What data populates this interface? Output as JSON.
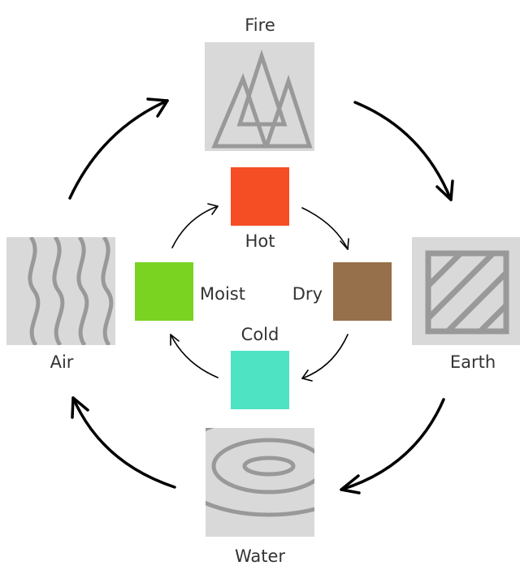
{
  "elements": {
    "fire": {
      "label": "Fire",
      "icon": "fire-icon"
    },
    "earth": {
      "label": "Earth",
      "icon": "earth-icon"
    },
    "water": {
      "label": "Water",
      "icon": "water-icon"
    },
    "air": {
      "label": "Air",
      "icon": "air-icon"
    }
  },
  "qualities": {
    "hot": {
      "label": "Hot",
      "color": "#f54e25"
    },
    "dry": {
      "label": "Dry",
      "color": "#96704a"
    },
    "cold": {
      "label": "Cold",
      "color": "#4ee3c3"
    },
    "moist": {
      "label": "Moist",
      "color": "#7ad321"
    }
  },
  "colors": {
    "tile_bg": "#d9d9d9",
    "icon_stroke": "#999999",
    "arrow": "#000000"
  }
}
